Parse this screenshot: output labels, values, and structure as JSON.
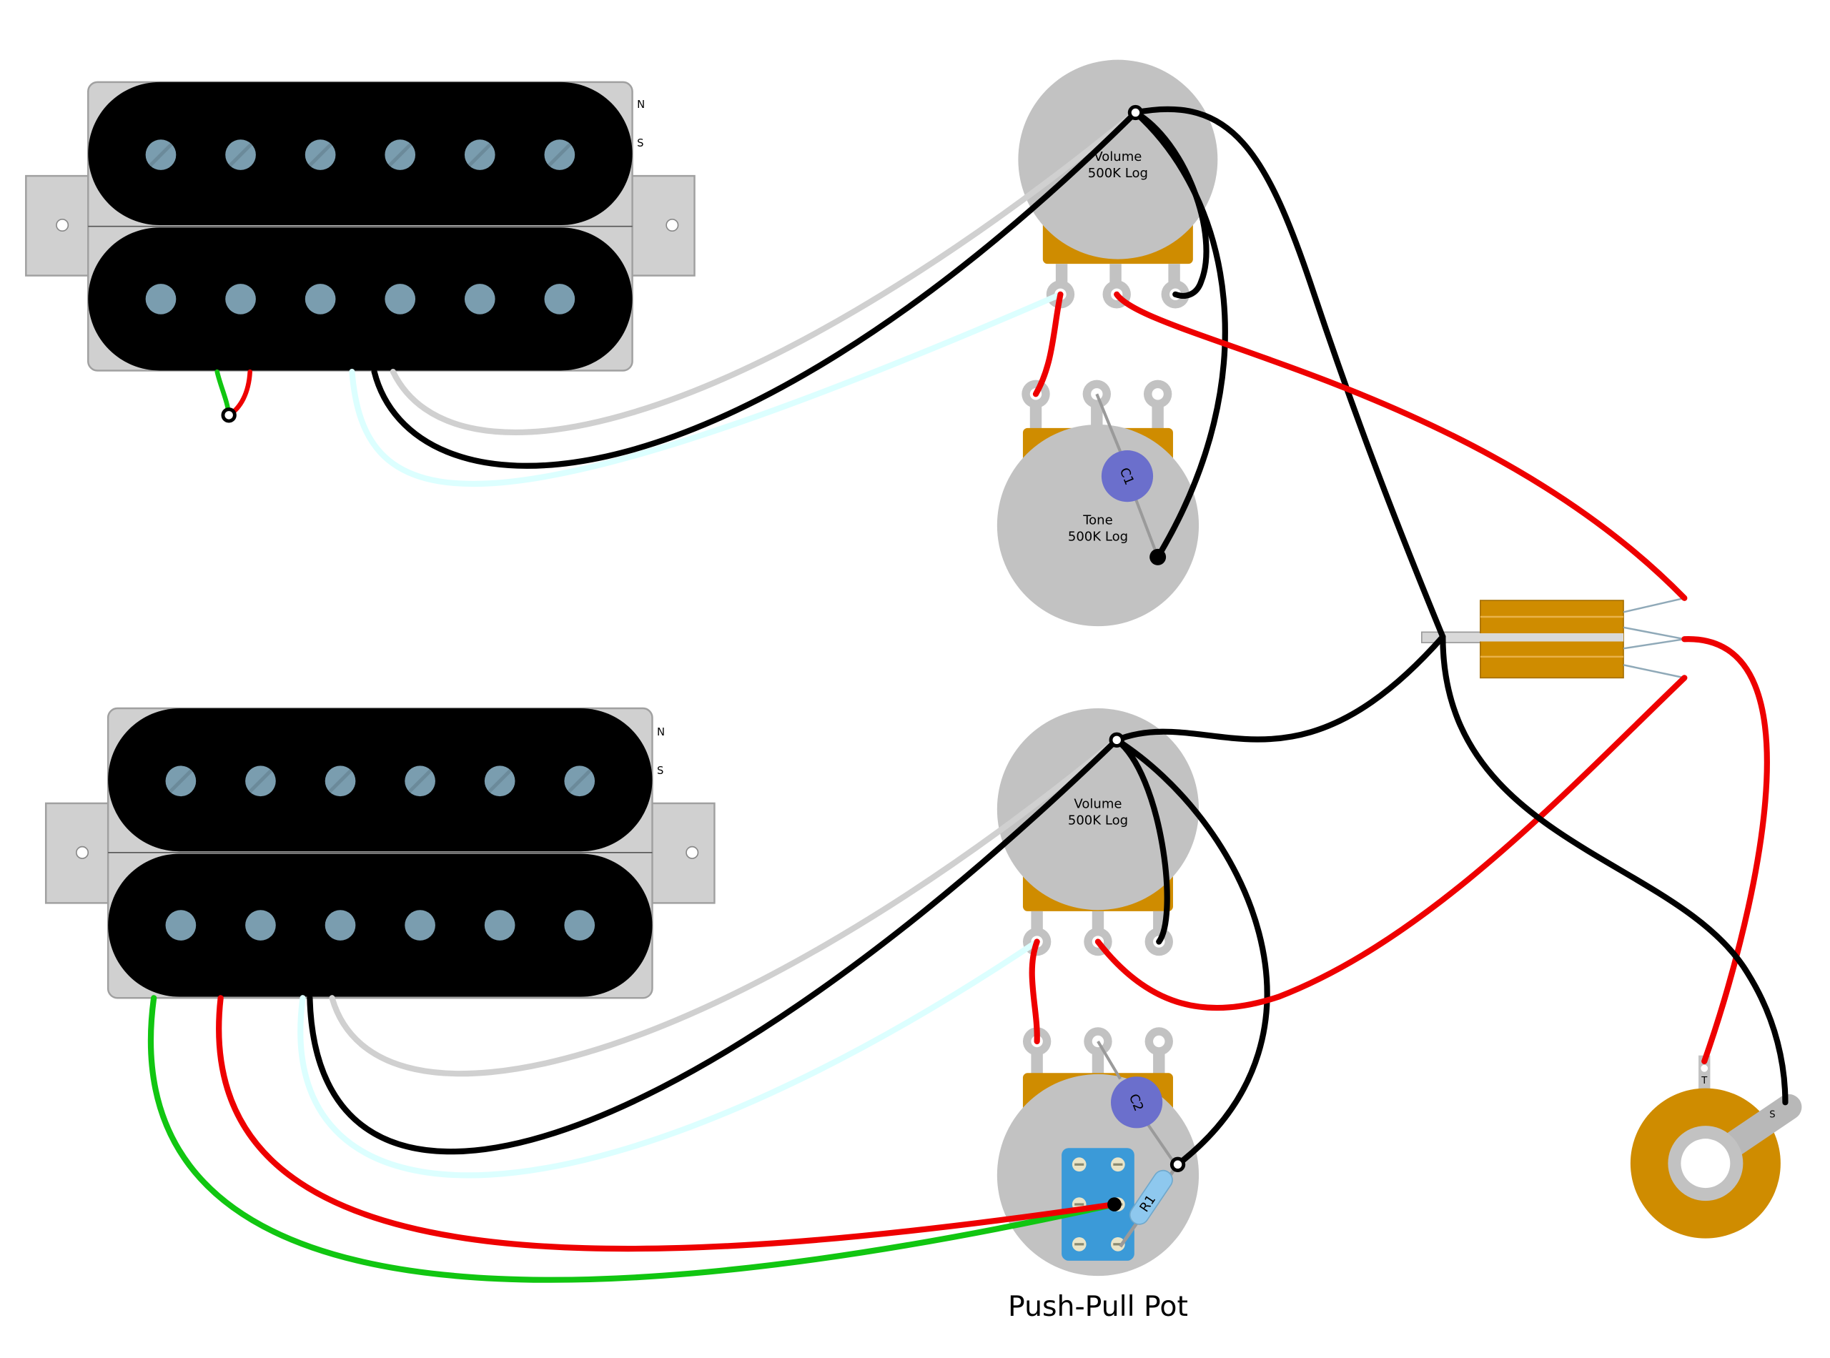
{
  "diagram": {
    "pickups": [
      {
        "north_label": "N",
        "south_label": "S"
      },
      {
        "north_label": "N",
        "south_label": "S"
      }
    ],
    "pots": {
      "upper_volume": {
        "name": "Volume",
        "value": "500K Log"
      },
      "upper_tone": {
        "name": "Tone",
        "value": "500K Log"
      },
      "lower_volume": {
        "name": "Volume",
        "value": "500K Log"
      },
      "push_pull": {
        "caption": "Push-Pull Pot"
      }
    },
    "components": {
      "cap_1": "C1",
      "cap_2": "C2",
      "resistor_1": "R1"
    },
    "jack": {
      "tip_label": "T",
      "sleeve_label": "S"
    },
    "wire_colors": {
      "black": "#000000",
      "red": "#ee0000",
      "green": "#11c611",
      "white": "#d0d0d0",
      "bare": "#dcffff"
    },
    "part_colors": {
      "pot_body": "#c2c2c2",
      "pot_casing": "#cf8c00",
      "pickup_cover": "#000000",
      "pole_piece": "#7a9daf",
      "capacitor": "#6b6fcc",
      "resistor": "#8ec8ee",
      "switch_body": "#3b9ad8",
      "jack_body": "#cf8c00"
    }
  }
}
